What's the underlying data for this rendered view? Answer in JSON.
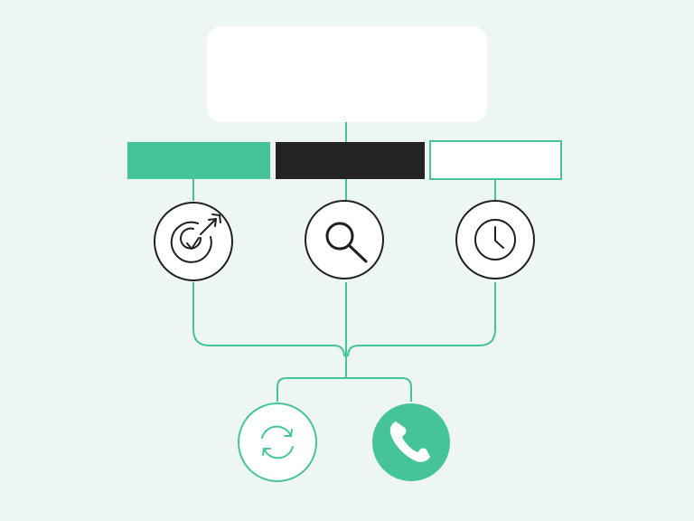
{
  "title_card": {
    "text": ""
  },
  "category_bars": [
    {
      "label": "",
      "style": "filled-green"
    },
    {
      "label": "",
      "style": "filled-dark"
    },
    {
      "label": "",
      "style": "outlined"
    }
  ],
  "icons": {
    "row1": [
      "target-arrow-icon",
      "magnifier-icon",
      "clock-icon"
    ],
    "row2": [
      "refresh-icon",
      "phone-icon"
    ]
  },
  "colors": {
    "background": "#eef6f2",
    "accent": "#45c497",
    "dark": "#232323",
    "white": "#ffffff",
    "stroke": "#1f1f1f"
  }
}
